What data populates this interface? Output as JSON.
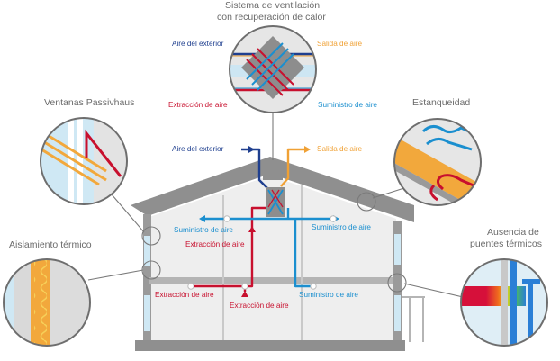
{
  "colors": {
    "outdoor_air": "#1f3f8f",
    "exhaust_out": "#f0a135",
    "extract_air": "#c8102e",
    "supply_air": "#1b8fcf",
    "wall_gray": "#9a9a9a",
    "insulation_yellow": "#f2a83c"
  },
  "titles": {
    "ventilation_system": [
      "Sistema de ventilación",
      "con recuperación de calor"
    ],
    "windows": "Ventanas Passivhaus",
    "airtightness": "Estanqueidad",
    "insulation": "Aislamiento térmico",
    "thermal_bridges": [
      "Ausencia de",
      "puentes térmicos"
    ]
  },
  "detail_labels": {
    "outdoor_air": "Aire del exterior",
    "exhaust_out": "Salida de aire",
    "extract_air": "Extracción de aire",
    "supply_air": "Suministro de aire"
  },
  "house_labels": {
    "outdoor_air": "Aire del exterior",
    "exhaust_out": "Salida de aire",
    "supply_upper_left": "Suministro de aire",
    "supply_upper_right": "Suministro de aire",
    "extract_upper": "Extracción de aire",
    "extract_lower_left": "Extracción de aire",
    "extract_lower_center": "Extracción de aire",
    "supply_lower_right": "Suministro de aire"
  },
  "icons": {
    "heat_exchanger": "heat-exchanger-icon",
    "window_frame": "window-frame-icon",
    "insulation_wall": "insulation-wall-icon",
    "airtight_layer": "airtight-layer-icon",
    "thermal_gradient": "thermal-gradient-icon"
  }
}
